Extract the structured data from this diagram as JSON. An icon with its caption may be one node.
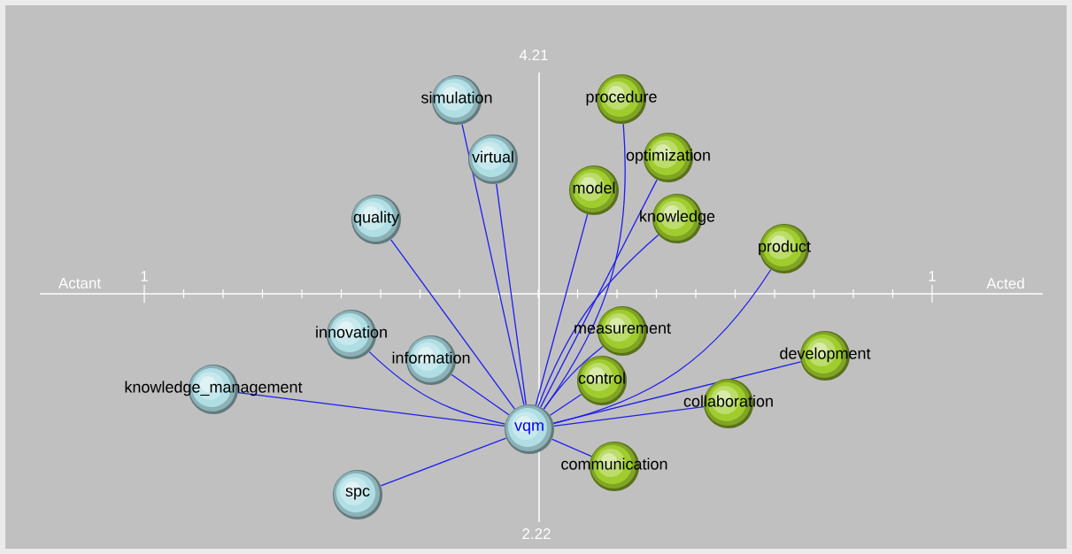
{
  "diagram": {
    "nodes": [
      {
        "text": [
          "simulation"
        ]
      },
      {
        "text": [
          "procedure"
        ]
      },
      {
        "text": [
          "virtual"
        ]
      },
      {
        "text": [
          "optimization"
        ]
      },
      {
        "text": [
          "model"
        ]
      },
      {
        "text": [
          "quality"
        ]
      },
      {
        "text": [
          "knowledge"
        ]
      },
      {
        "text": [
          "product"
        ]
      },
      {
        "text": [
          "innovation"
        ]
      },
      {
        "text": [
          "measurement"
        ]
      },
      {
        "text": [
          "development"
        ]
      },
      {
        "text": [
          "information"
        ]
      },
      {
        "text": [
          "control"
        ]
      },
      {
        "text": [
          "knowledge_management"
        ]
      },
      {
        "text": [
          "collaboration"
        ]
      },
      {
        "text": [
          "vqm"
        ]
      },
      {
        "text": [
          "communication"
        ]
      },
      {
        "text": [
          "spc"
        ]
      }
    ],
    "edges": [
      {
        "from": 15,
        "to": 0,
        "arrow": "none"
      },
      {
        "from": 15,
        "to": 1,
        "arrow": "none"
      },
      {
        "from": 15,
        "to": 2,
        "arrow": "none"
      },
      {
        "from": 15,
        "to": 3,
        "arrow": "none"
      },
      {
        "from": 15,
        "to": 4,
        "arrow": "none"
      },
      {
        "from": 15,
        "to": 5,
        "arrow": "none"
      },
      {
        "from": 15,
        "to": 6,
        "arrow": "none"
      },
      {
        "from": 15,
        "to": 7,
        "arrow": "none"
      },
      {
        "from": 15,
        "to": 8,
        "arrow": "none"
      },
      {
        "from": 15,
        "to": 9,
        "arrow": "none"
      },
      {
        "from": 15,
        "to": 10,
        "arrow": "none"
      },
      {
        "from": 15,
        "to": 11,
        "arrow": "none"
      },
      {
        "from": 15,
        "to": 12,
        "arrow": "none"
      },
      {
        "from": 15,
        "to": 13,
        "arrow": "none"
      },
      {
        "from": 15,
        "to": 14,
        "arrow": "none"
      },
      {
        "from": 15,
        "to": 16,
        "arrow": "none"
      },
      {
        "from": 15,
        "to": 17,
        "arrow": "none"
      }
    ],
    "labels": [
      "4.21",
      "Actant",
      "1",
      "1",
      "Acted",
      "2.22"
    ]
  }
}
